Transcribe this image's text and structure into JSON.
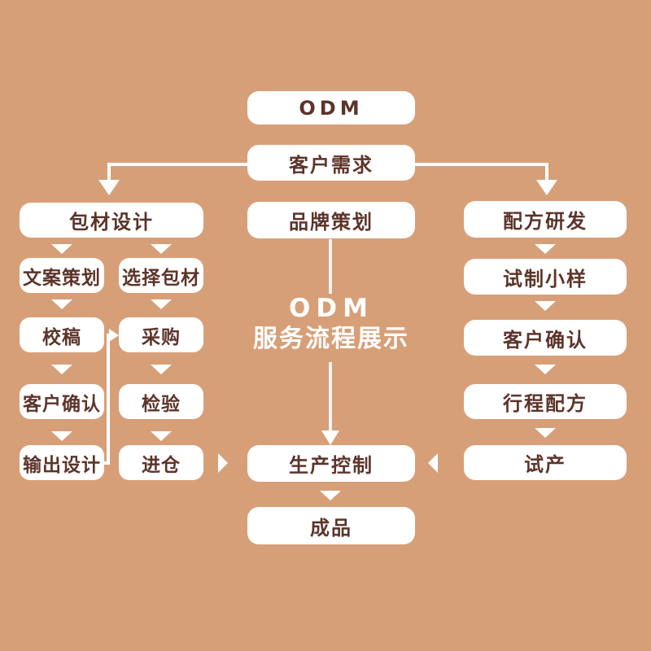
{
  "colors": {
    "background": "#d79f78",
    "node_fill": "#ffffff",
    "node_text": "#5c342a",
    "arrow": "#ffffff",
    "title_text": "#ffffff"
  },
  "title": {
    "line1": "ODM",
    "line2": "服务流程展示"
  },
  "nodes": {
    "odm": "ODM",
    "customer_needs": "客户需求",
    "brand_planning": "品牌策划",
    "packaging_design": "包材设计",
    "copywriting": "文案策划",
    "select_packaging": "选择包材",
    "proofreading": "校稿",
    "procurement": "采购",
    "customer_confirm_left": "客户确认",
    "inspection": "检验",
    "output_design": "输出设计",
    "warehousing": "进仓",
    "formula_rd": "配方研发",
    "trial_sample": "试制小样",
    "customer_confirm_right": "客户确认",
    "process_formula": "行程配方",
    "trial_production": "试产",
    "production_control": "生产控制",
    "finished_product": "成品"
  },
  "edges": [
    {
      "from": "customer_needs",
      "to": "packaging_design"
    },
    {
      "from": "customer_needs",
      "to": "formula_rd"
    },
    {
      "from": "packaging_design",
      "to": "copywriting"
    },
    {
      "from": "packaging_design",
      "to": "select_packaging"
    },
    {
      "from": "copywriting",
      "to": "proofreading"
    },
    {
      "from": "proofreading",
      "to": "customer_confirm_left"
    },
    {
      "from": "customer_confirm_left",
      "to": "output_design"
    },
    {
      "from": "output_design",
      "to": "procurement"
    },
    {
      "from": "select_packaging",
      "to": "procurement"
    },
    {
      "from": "procurement",
      "to": "inspection"
    },
    {
      "from": "inspection",
      "to": "warehousing"
    },
    {
      "from": "warehousing",
      "to": "production_control"
    },
    {
      "from": "brand_planning",
      "to": "production_control"
    },
    {
      "from": "formula_rd",
      "to": "trial_sample"
    },
    {
      "from": "trial_sample",
      "to": "customer_confirm_right"
    },
    {
      "from": "customer_confirm_right",
      "to": "process_formula"
    },
    {
      "from": "process_formula",
      "to": "trial_production"
    },
    {
      "from": "trial_production",
      "to": "production_control"
    },
    {
      "from": "production_control",
      "to": "finished_product"
    }
  ]
}
